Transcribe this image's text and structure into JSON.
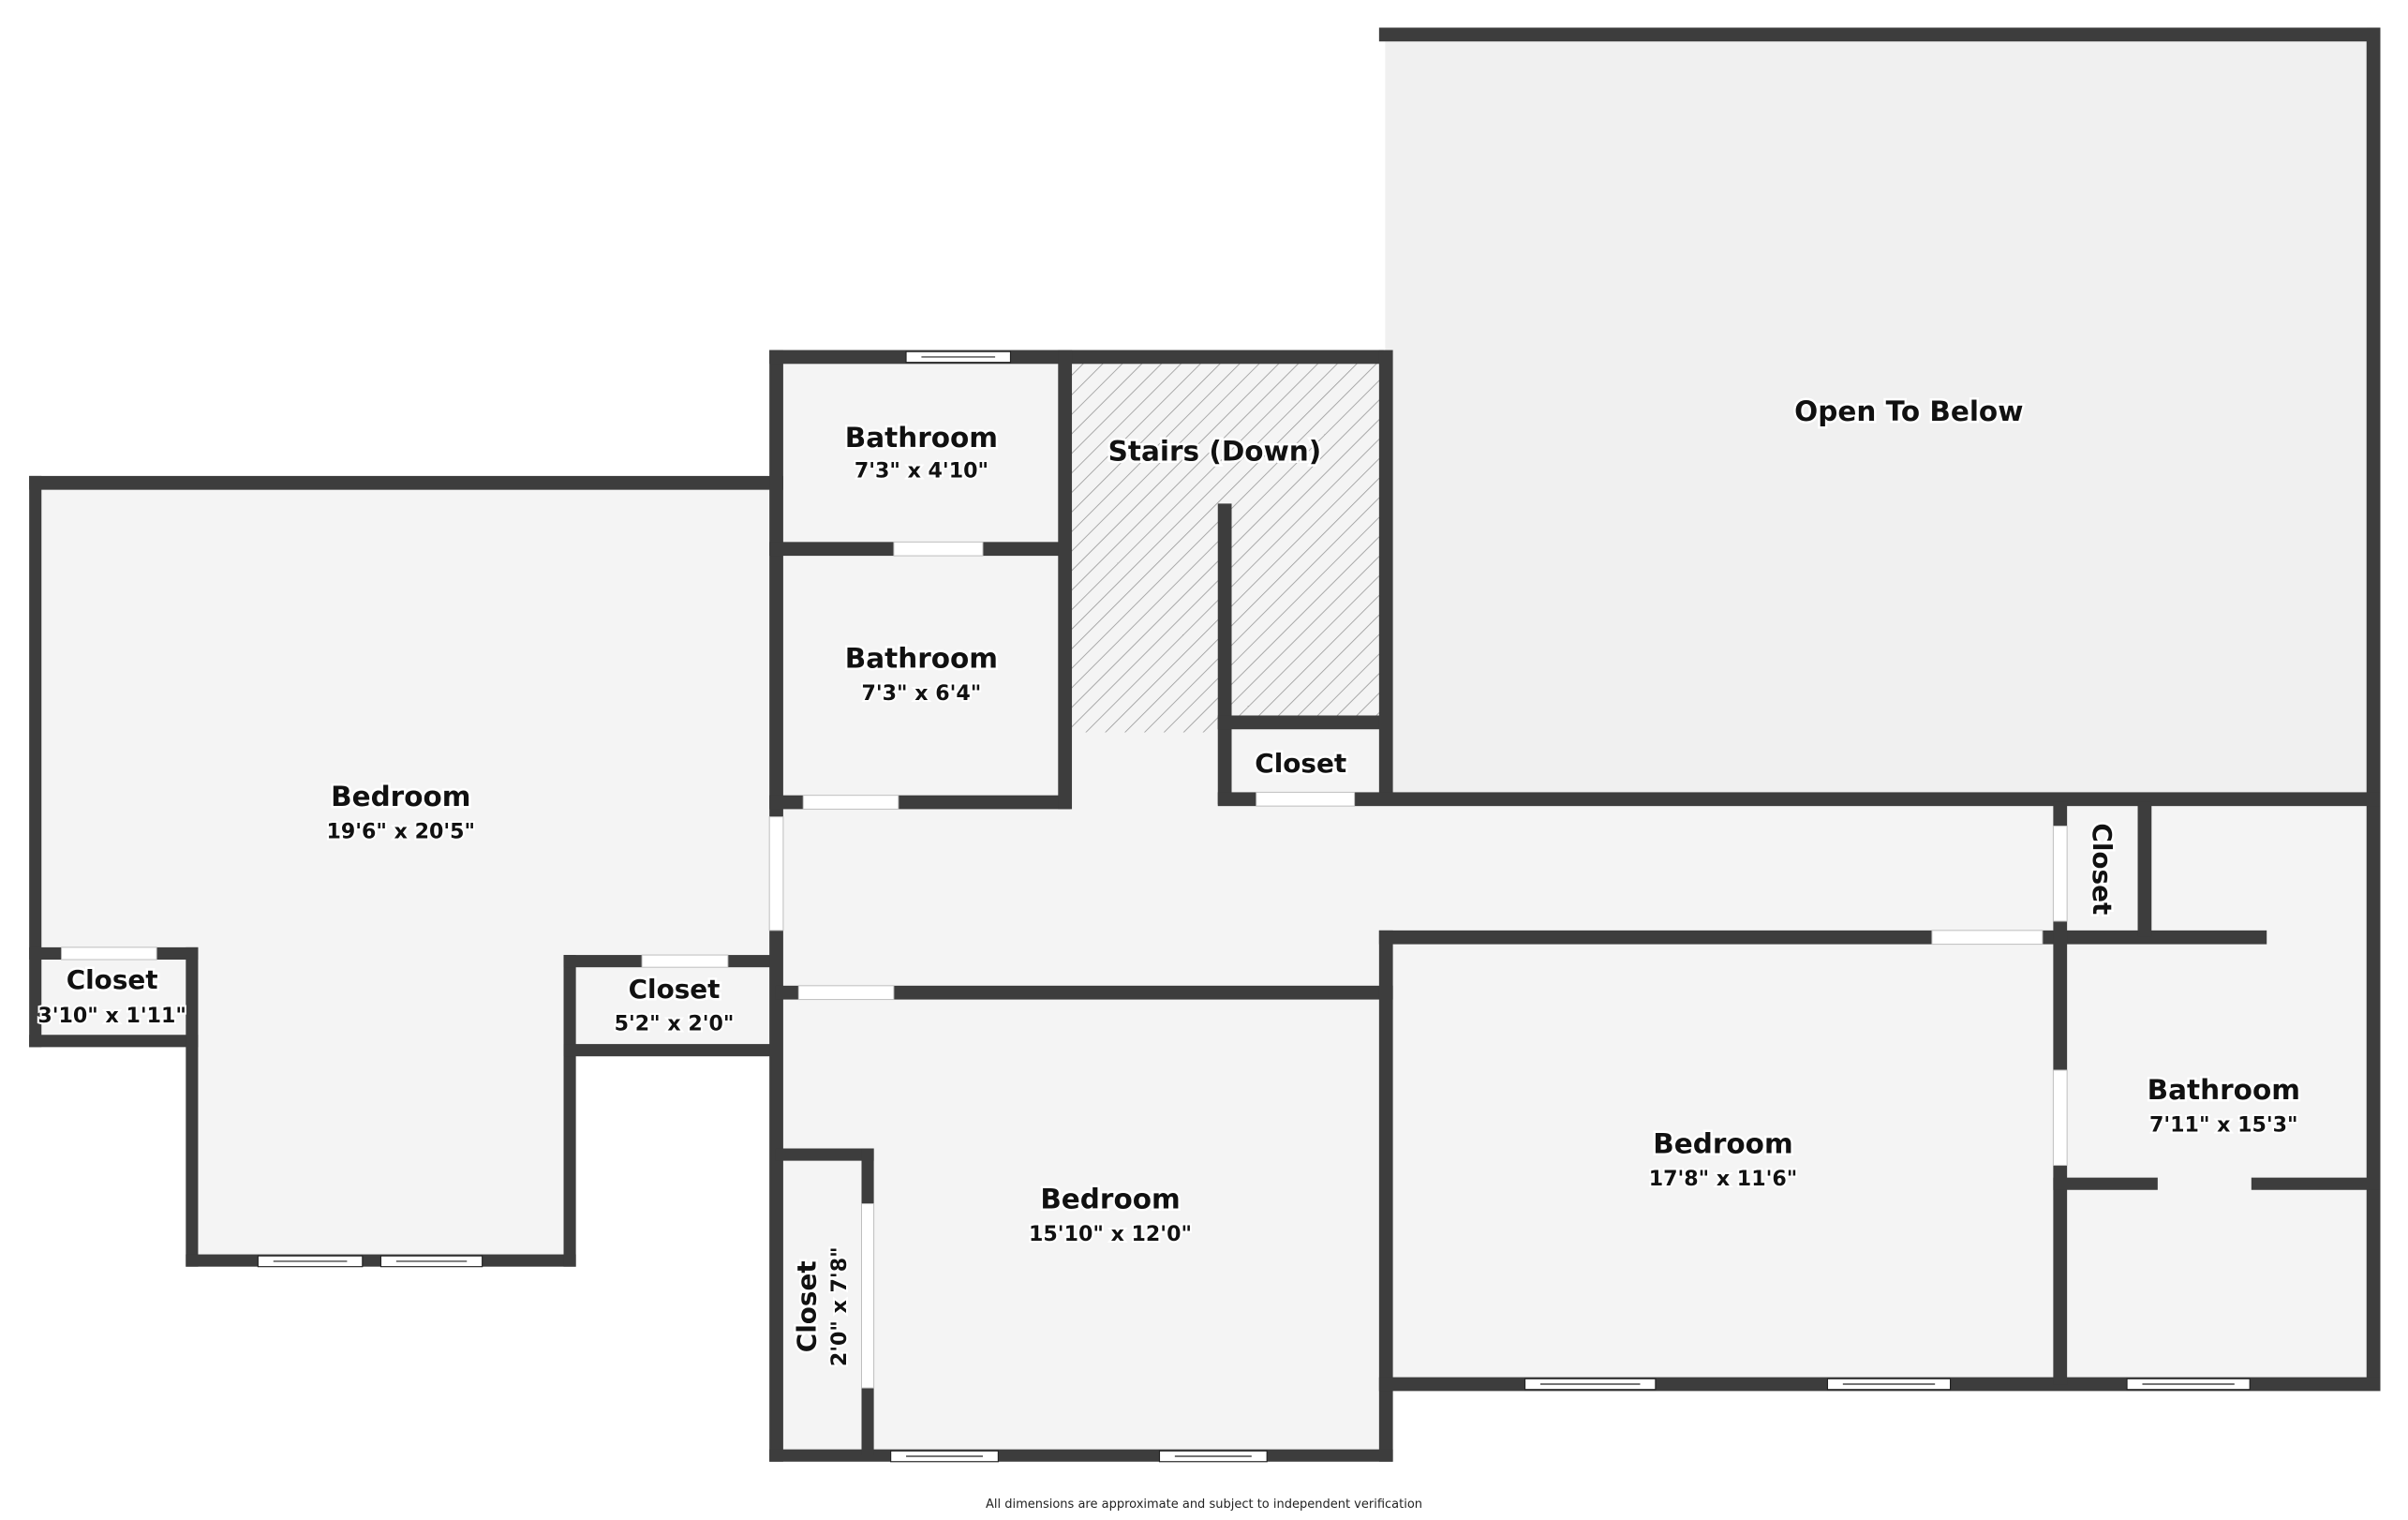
{
  "plan": {
    "title": "Floor Plan",
    "wall_color": "#3d3d3d",
    "floor_color": "#f4f4f4",
    "open_area_color": "#f0f0f0",
    "hatch_color": "#9a9a9a"
  },
  "rooms": {
    "bedroom_left": {
      "name": "Bedroom",
      "dims": "19'6\" x 20'5\""
    },
    "closet_left": {
      "name": "Closet",
      "dims": "3'10\" x 1'11\""
    },
    "closet_center_left": {
      "name": "Closet",
      "dims": "5'2\" x 2'0\""
    },
    "bathroom_upper": {
      "name": "Bathroom",
      "dims": "7'3\" x 4'10\""
    },
    "bathroom_lower": {
      "name": "Bathroom",
      "dims": "7'3\" x 6'4\""
    },
    "stairs": {
      "name": "Stairs (Down)"
    },
    "closet_stairs": {
      "name": "Closet"
    },
    "open_to_below": {
      "name": "Open To Below"
    },
    "closet_hall_right": {
      "name": "Closet"
    },
    "bedroom_center": {
      "name": "Bedroom",
      "dims": "15'10\" x 12'0\""
    },
    "closet_center": {
      "name": "Closet",
      "dims": "2'0\" x 7'8\""
    },
    "bedroom_right": {
      "name": "Bedroom",
      "dims": "17'8\" x 11'6\""
    },
    "bathroom_right": {
      "name": "Bathroom",
      "dims": "7'11\" x 15'3\""
    }
  },
  "footer": {
    "disclaimer": "All dimensions are approximate and subject to independent verification"
  }
}
